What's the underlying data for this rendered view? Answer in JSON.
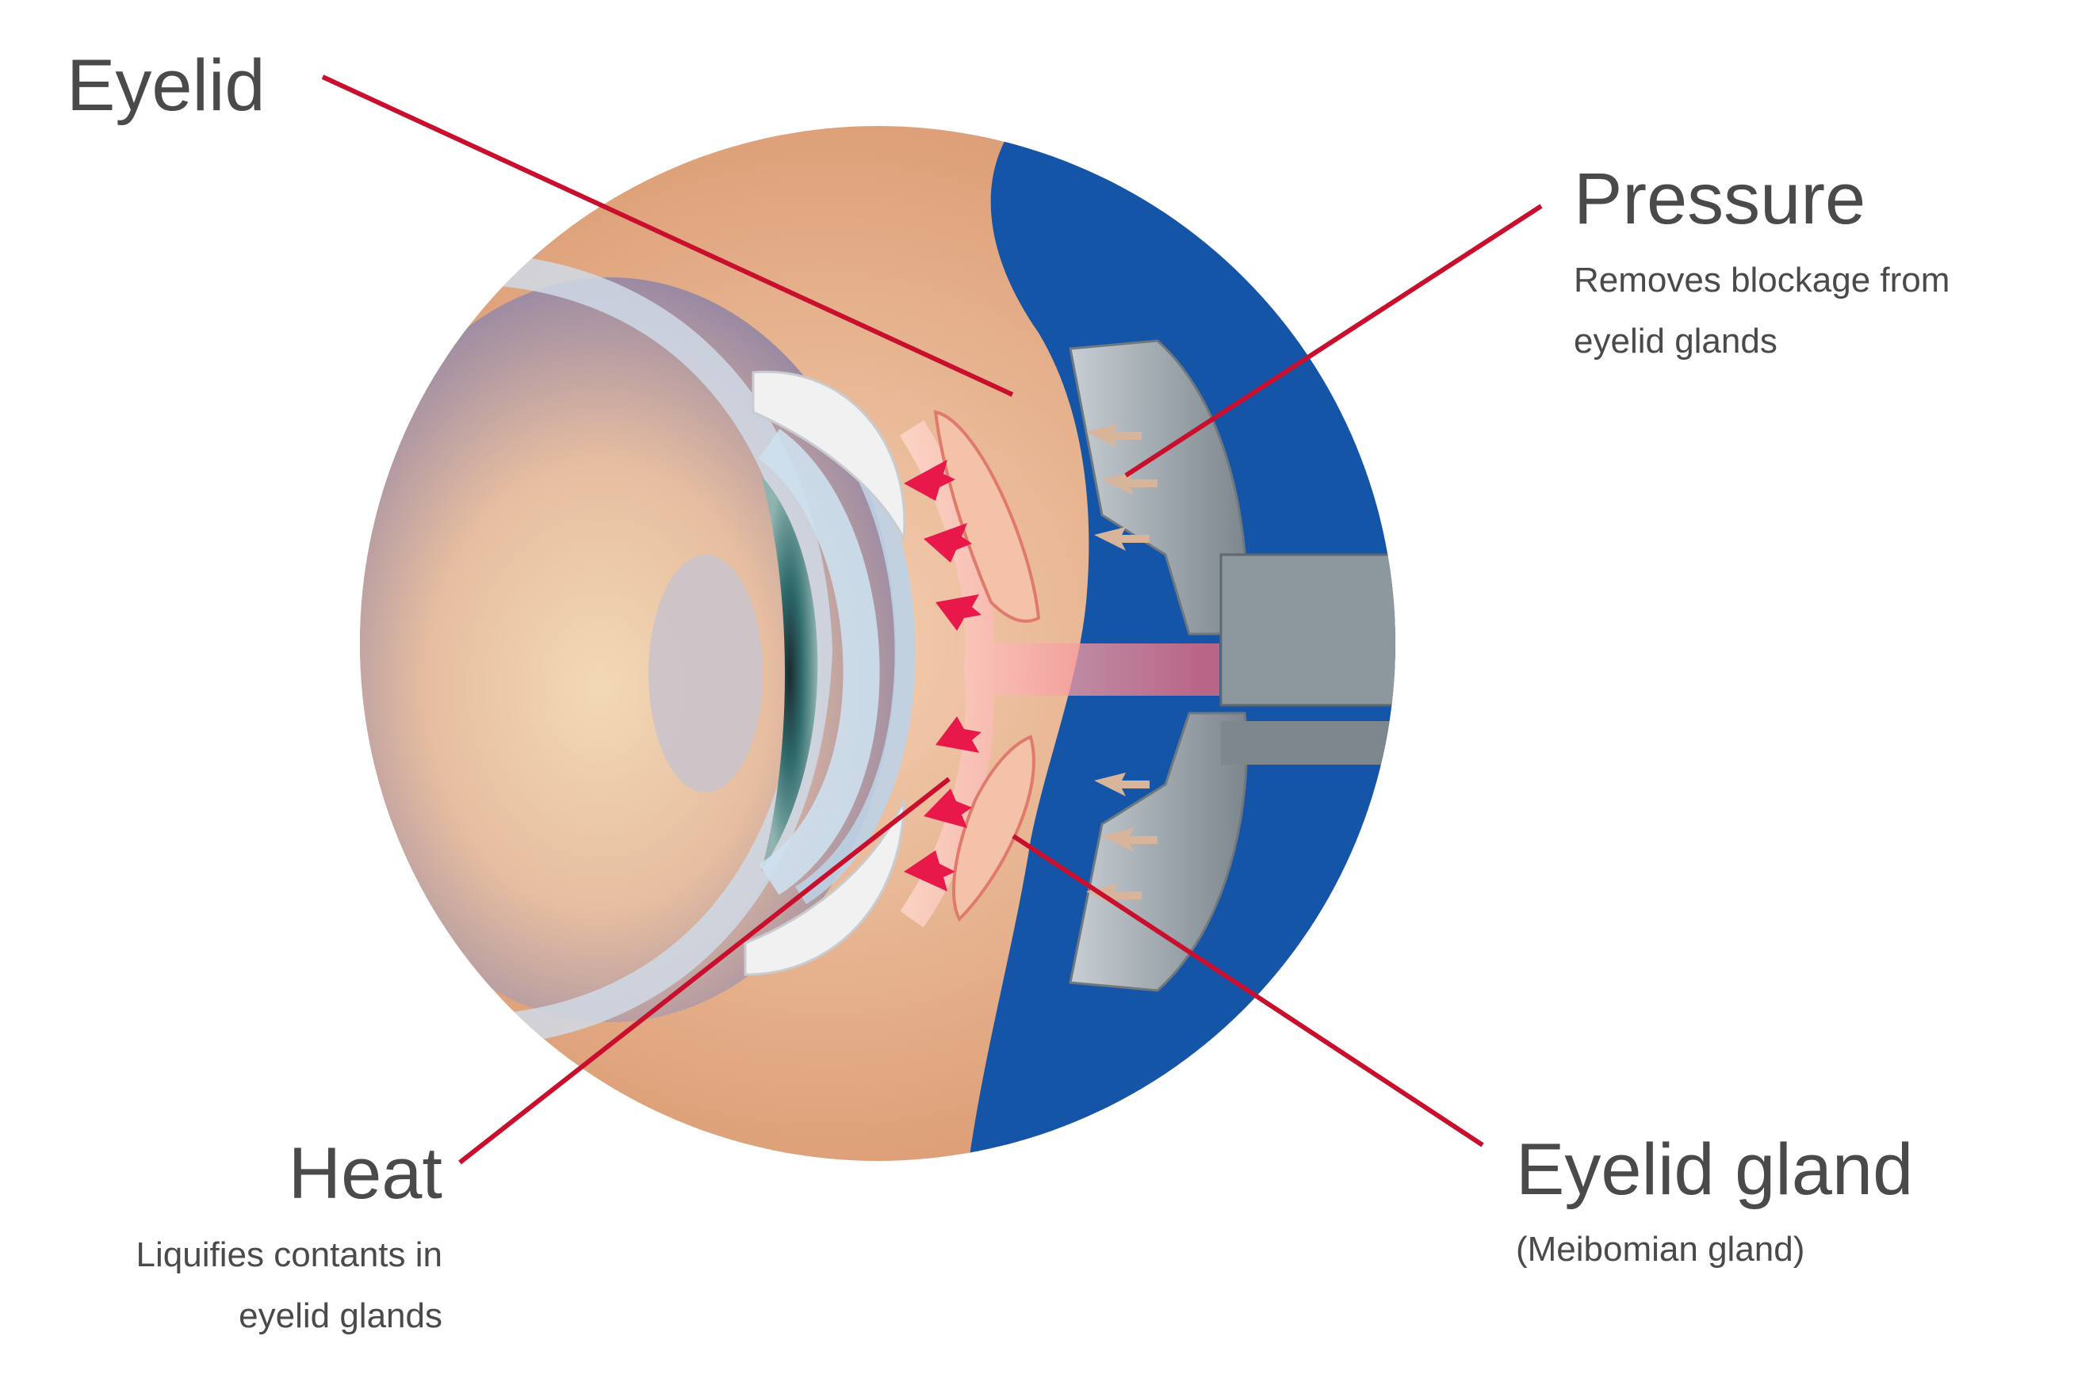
{
  "labels": {
    "eyelid": {
      "title": "Eyelid"
    },
    "pressure": {
      "title": "Pressure",
      "desc_line1": "Removes blockage from",
      "desc_line2": "eyelid glands"
    },
    "heat": {
      "title": "Heat",
      "desc_line1": "Liquifies contants in",
      "desc_line2": "eyelid glands"
    },
    "eyelid_gland": {
      "title": "Eyelid gland",
      "desc": "(Meibomian gland)"
    }
  },
  "colors": {
    "callout_line": "#c8102e",
    "background_disc": "#1555a8",
    "skin": "#e9b48e",
    "device": "#9aa3aa",
    "heat_arrow": "#e8184a",
    "pressure_arrow": "#d8b59a",
    "text": "#4a4a4a"
  }
}
